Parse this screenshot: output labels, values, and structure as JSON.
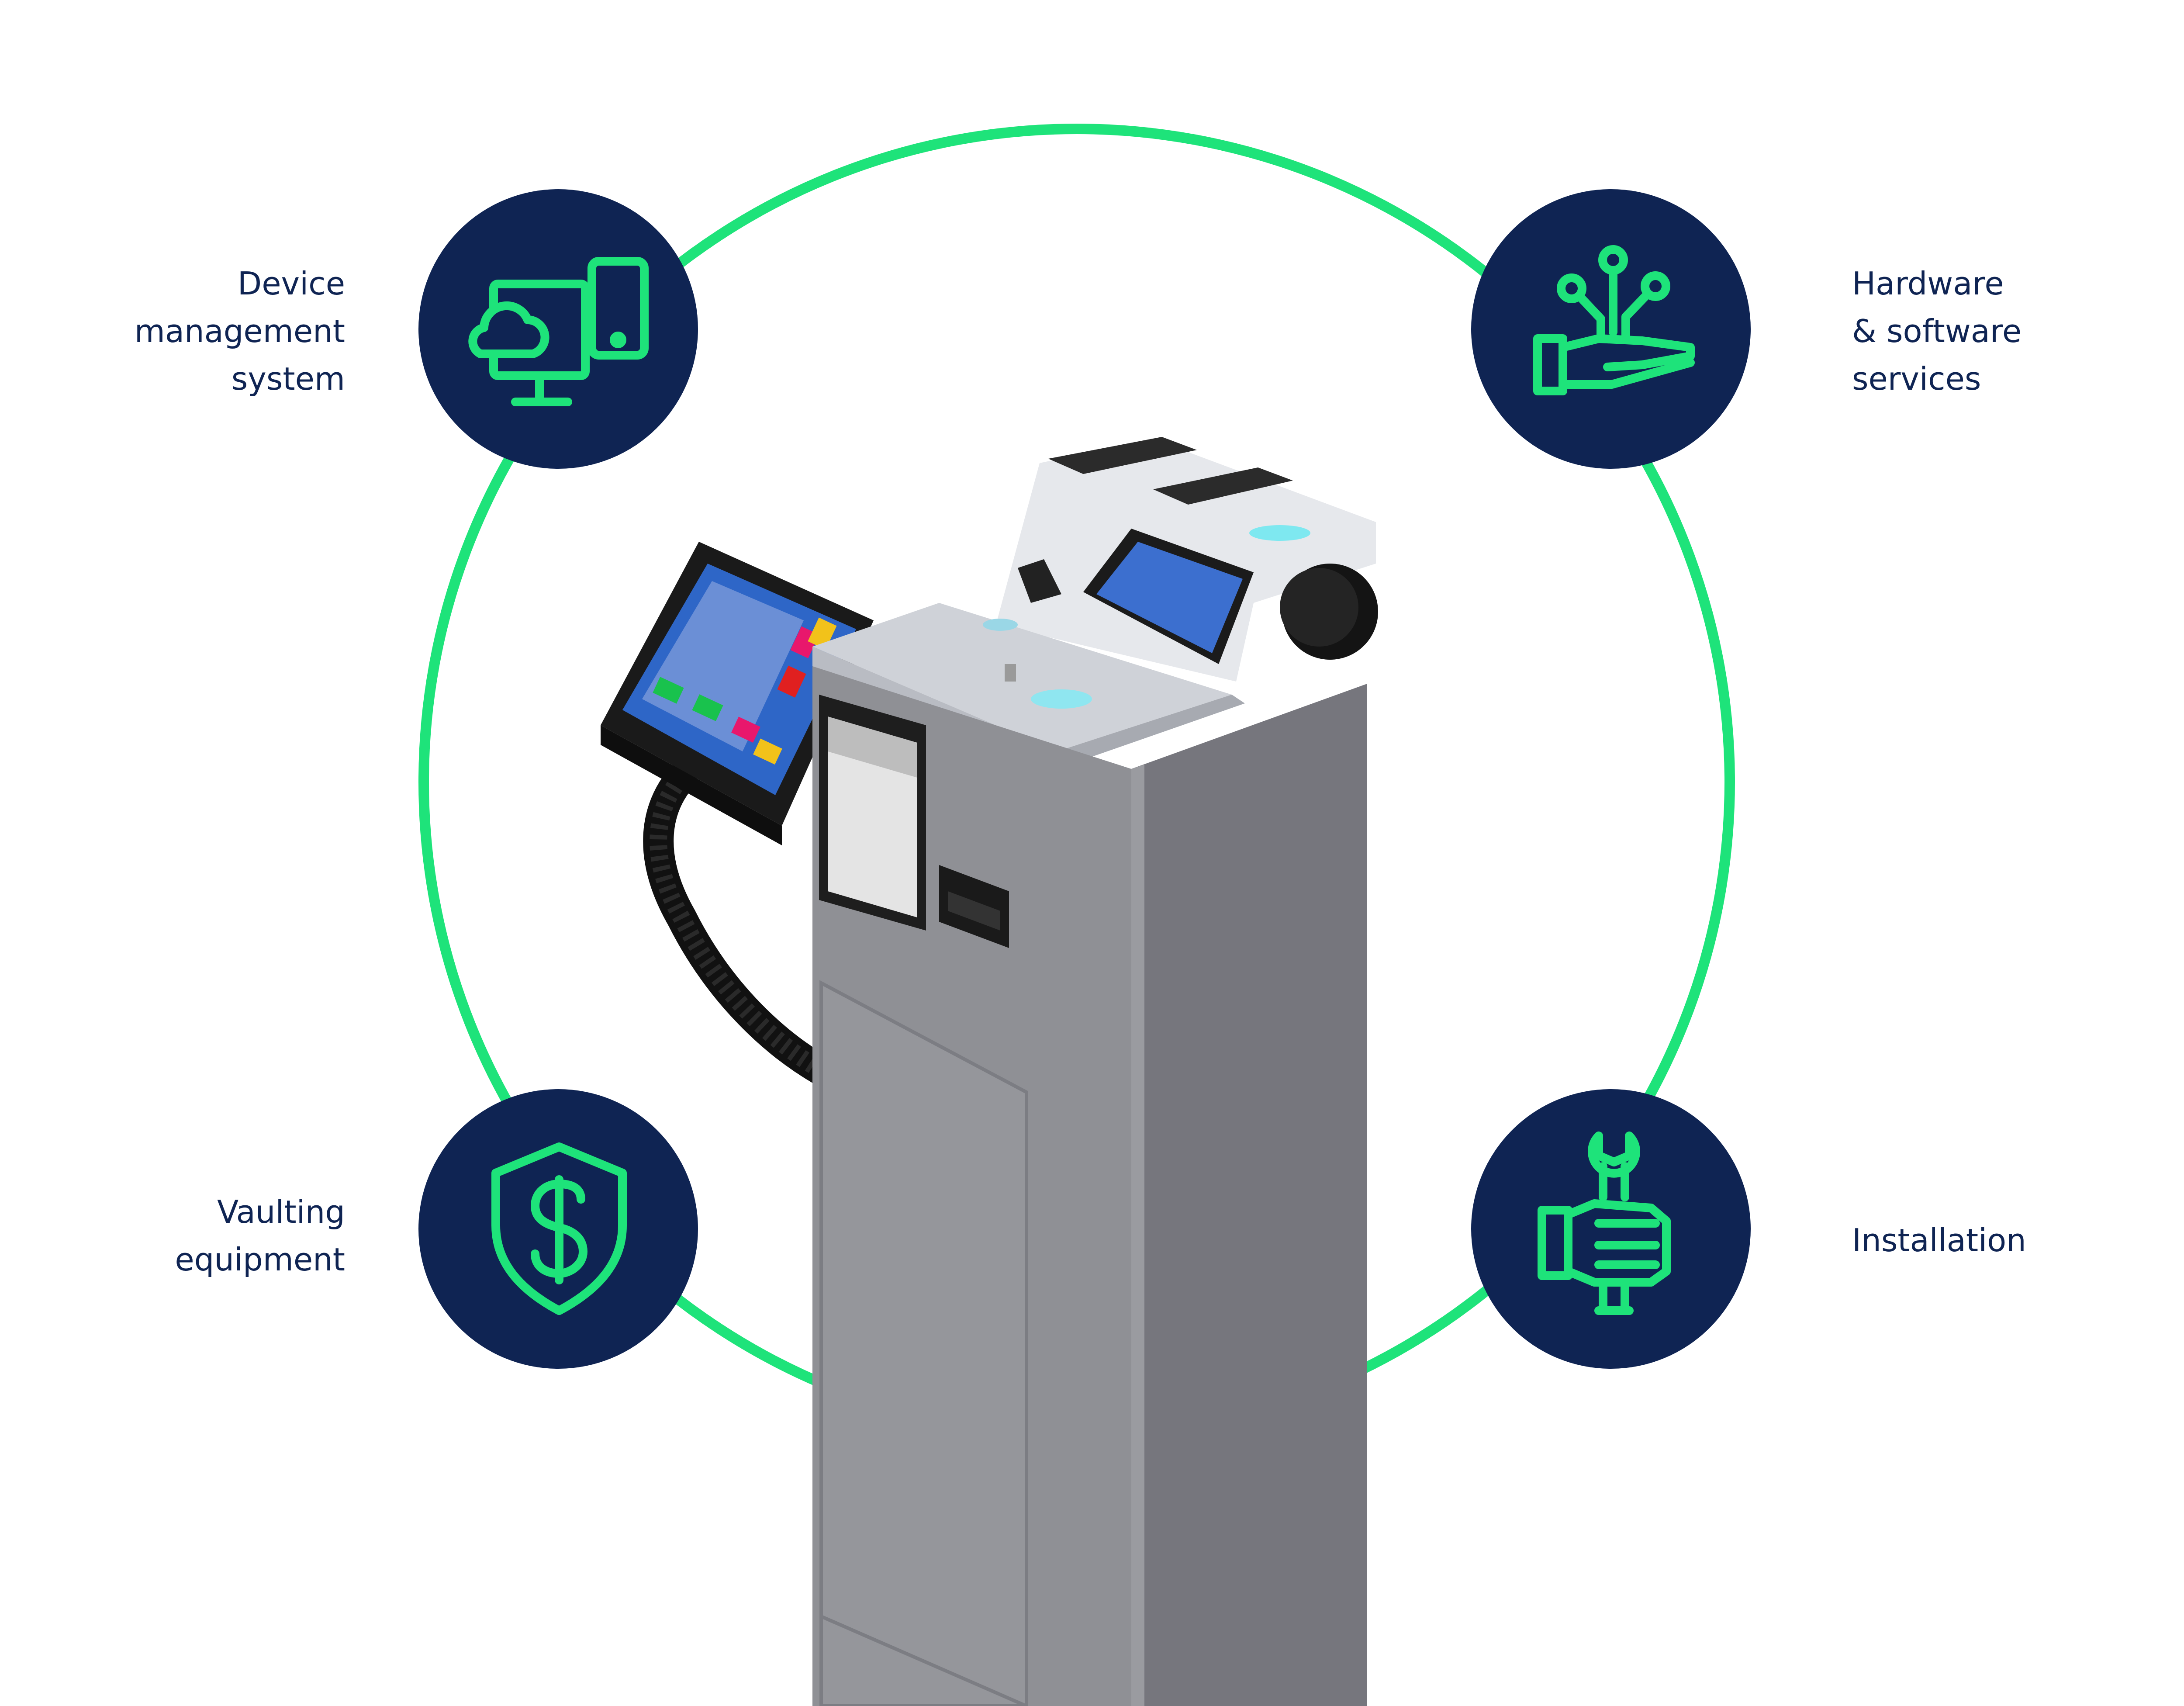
{
  "colors": {
    "ring": "#1ee37a",
    "badge": "#0f2453",
    "icon": "#1ee37a",
    "label_text": "#0f2453",
    "kiosk_body": "#8c8c92",
    "kiosk_shadow": "#6f6f76",
    "kiosk_top": "#cfd2d8"
  },
  "features": {
    "device": {
      "label": "Device\nmanagement\nsystem",
      "icon": "computer-phone-cloud-icon"
    },
    "hardware": {
      "label": "Hardware\n& software\nservices",
      "icon": "hand-circuit-icon"
    },
    "vault": {
      "label": "Vaulting\nequipment",
      "icon": "shield-dollar-icon"
    },
    "install": {
      "label": "Installation",
      "icon": "hand-wrench-icon"
    }
  },
  "kiosk": {
    "name": "payment-kiosk-illustration"
  }
}
